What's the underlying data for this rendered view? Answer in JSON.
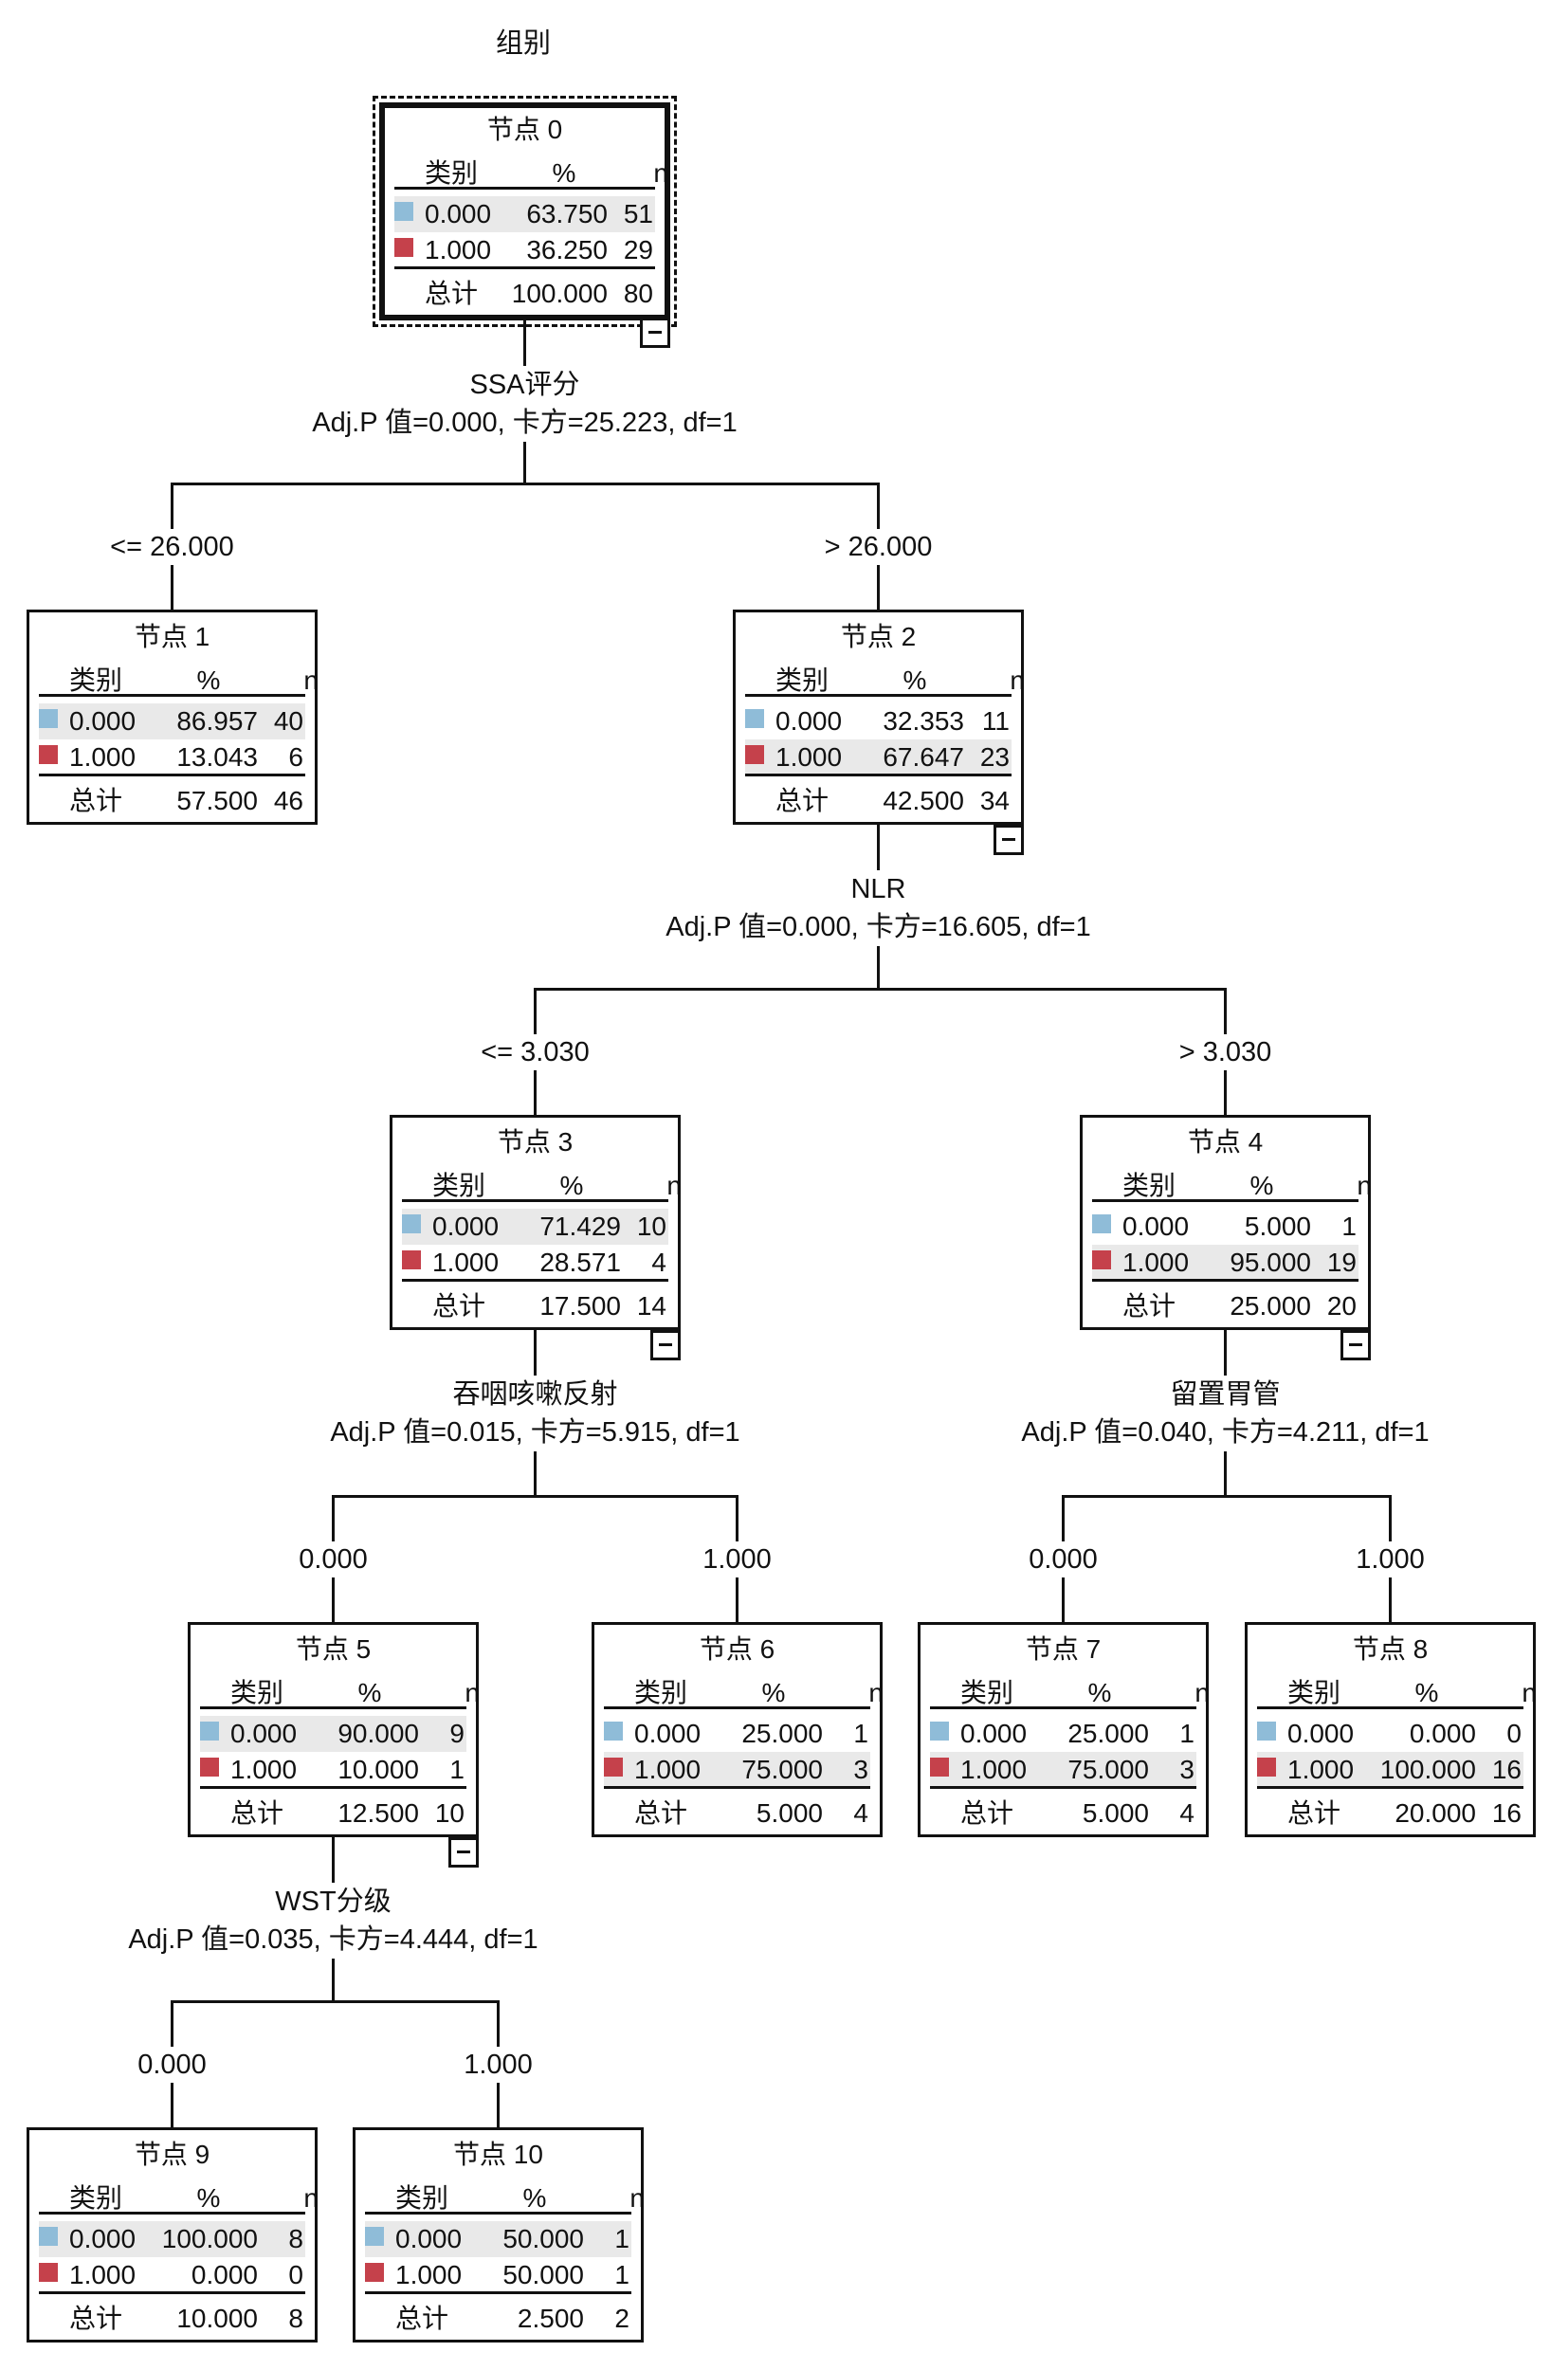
{
  "title": "组别",
  "colors": {
    "class_0": "#8fbcd8",
    "class_1": "#c5414b",
    "highlight": "#e9e9e9"
  },
  "column_headers": {
    "category": "类别",
    "percent": "%",
    "n": "n",
    "total_label": "总计"
  },
  "nodes": [
    {
      "id": 0,
      "title": "节点 0",
      "rows": [
        {
          "cat": "0.000",
          "pct": "63.750",
          "n": "51"
        },
        {
          "cat": "1.000",
          "pct": "36.250",
          "n": "29"
        }
      ],
      "total": {
        "pct": "100.000",
        "n": "80"
      },
      "highlight_row": 0,
      "collapsible": true,
      "selected": true
    },
    {
      "id": 1,
      "title": "节点 1",
      "rows": [
        {
          "cat": "0.000",
          "pct": "86.957",
          "n": "40"
        },
        {
          "cat": "1.000",
          "pct": "13.043",
          "n": "6"
        }
      ],
      "total": {
        "pct": "57.500",
        "n": "46"
      },
      "highlight_row": 0,
      "collapsible": false
    },
    {
      "id": 2,
      "title": "节点 2",
      "rows": [
        {
          "cat": "0.000",
          "pct": "32.353",
          "n": "11"
        },
        {
          "cat": "1.000",
          "pct": "67.647",
          "n": "23"
        }
      ],
      "total": {
        "pct": "42.500",
        "n": "34"
      },
      "highlight_row": 1,
      "collapsible": true
    },
    {
      "id": 3,
      "title": "节点 3",
      "rows": [
        {
          "cat": "0.000",
          "pct": "71.429",
          "n": "10"
        },
        {
          "cat": "1.000",
          "pct": "28.571",
          "n": "4"
        }
      ],
      "total": {
        "pct": "17.500",
        "n": "14"
      },
      "highlight_row": 0,
      "collapsible": true
    },
    {
      "id": 4,
      "title": "节点 4",
      "rows": [
        {
          "cat": "0.000",
          "pct": "5.000",
          "n": "1"
        },
        {
          "cat": "1.000",
          "pct": "95.000",
          "n": "19"
        }
      ],
      "total": {
        "pct": "25.000",
        "n": "20"
      },
      "highlight_row": 1,
      "collapsible": true
    },
    {
      "id": 5,
      "title": "节点 5",
      "rows": [
        {
          "cat": "0.000",
          "pct": "90.000",
          "n": "9"
        },
        {
          "cat": "1.000",
          "pct": "10.000",
          "n": "1"
        }
      ],
      "total": {
        "pct": "12.500",
        "n": "10"
      },
      "highlight_row": 0,
      "collapsible": true
    },
    {
      "id": 6,
      "title": "节点 6",
      "rows": [
        {
          "cat": "0.000",
          "pct": "25.000",
          "n": "1"
        },
        {
          "cat": "1.000",
          "pct": "75.000",
          "n": "3"
        }
      ],
      "total": {
        "pct": "5.000",
        "n": "4"
      },
      "highlight_row": 1,
      "collapsible": false
    },
    {
      "id": 7,
      "title": "节点 7",
      "rows": [
        {
          "cat": "0.000",
          "pct": "25.000",
          "n": "1"
        },
        {
          "cat": "1.000",
          "pct": "75.000",
          "n": "3"
        }
      ],
      "total": {
        "pct": "5.000",
        "n": "4"
      },
      "highlight_row": 1,
      "collapsible": false
    },
    {
      "id": 8,
      "title": "节点 8",
      "rows": [
        {
          "cat": "0.000",
          "pct": "0.000",
          "n": "0"
        },
        {
          "cat": "1.000",
          "pct": "100.000",
          "n": "16"
        }
      ],
      "total": {
        "pct": "20.000",
        "n": "16"
      },
      "highlight_row": 1,
      "collapsible": false
    },
    {
      "id": 9,
      "title": "节点 9",
      "rows": [
        {
          "cat": "0.000",
          "pct": "100.000",
          "n": "8"
        },
        {
          "cat": "1.000",
          "pct": "0.000",
          "n": "0"
        }
      ],
      "total": {
        "pct": "10.000",
        "n": "8"
      },
      "highlight_row": 0,
      "collapsible": false
    },
    {
      "id": 10,
      "title": "节点 10",
      "rows": [
        {
          "cat": "0.000",
          "pct": "50.000",
          "n": "1"
        },
        {
          "cat": "1.000",
          "pct": "50.000",
          "n": "1"
        }
      ],
      "total": {
        "pct": "2.500",
        "n": "2"
      },
      "highlight_row": 0,
      "collapsible": false
    }
  ],
  "splits": [
    {
      "parent": 0,
      "variable": "SSA评分",
      "stats": "Adj.P 值=0.000, 卡方=25.223, df=1",
      "children": [
        {
          "node": 1,
          "label": "<= 26.000"
        },
        {
          "node": 2,
          "label": "> 26.000"
        }
      ]
    },
    {
      "parent": 2,
      "variable": "NLR",
      "stats": "Adj.P 值=0.000, 卡方=16.605, df=1",
      "children": [
        {
          "node": 3,
          "label": "<= 3.030"
        },
        {
          "node": 4,
          "label": "> 3.030"
        }
      ]
    },
    {
      "parent": 3,
      "variable": "吞咽咳嗽反射",
      "stats": "Adj.P 值=0.015, 卡方=5.915, df=1",
      "children": [
        {
          "node": 5,
          "label": "0.000"
        },
        {
          "node": 6,
          "label": "1.000"
        }
      ]
    },
    {
      "parent": 4,
      "variable": "留置胃管",
      "stats": "Adj.P 值=0.040, 卡方=4.211, df=1",
      "children": [
        {
          "node": 7,
          "label": "0.000"
        },
        {
          "node": 8,
          "label": "1.000"
        }
      ]
    },
    {
      "parent": 5,
      "variable": "WST分级",
      "stats": "Adj.P 值=0.035, 卡方=4.444, df=1",
      "children": [
        {
          "node": 9,
          "label": "0.000"
        },
        {
          "node": 10,
          "label": "1.000"
        }
      ]
    }
  ]
}
